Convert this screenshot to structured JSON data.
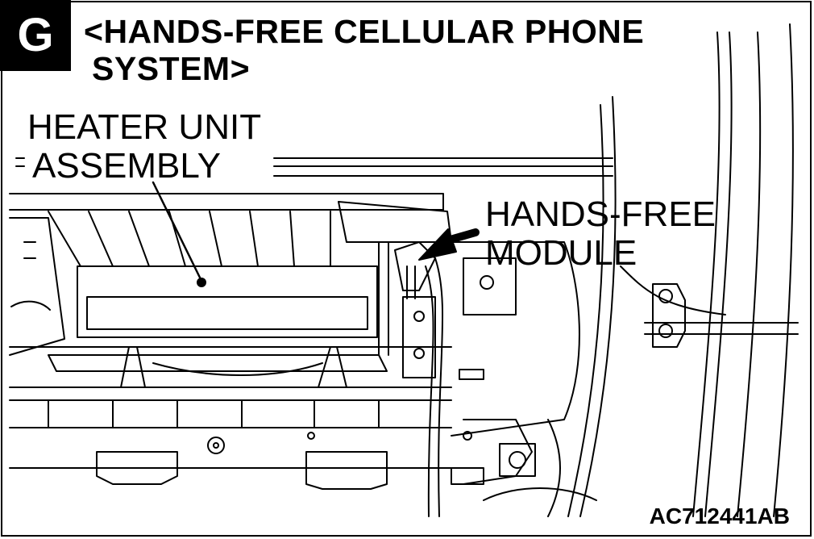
{
  "badge": {
    "letter": "G"
  },
  "title": {
    "line1": "<HANDS-FREE CELLULAR PHONE",
    "line2": "SYSTEM>"
  },
  "callouts": {
    "heater": {
      "line1": "HEATER UNIT",
      "line2": "ASSEMBLY"
    },
    "module": {
      "line1": "HANDS-FREE",
      "line2": "MODULE"
    }
  },
  "figure_code": "AC712441AB",
  "colors": {
    "ink": "#000000",
    "paper": "#ffffff"
  }
}
